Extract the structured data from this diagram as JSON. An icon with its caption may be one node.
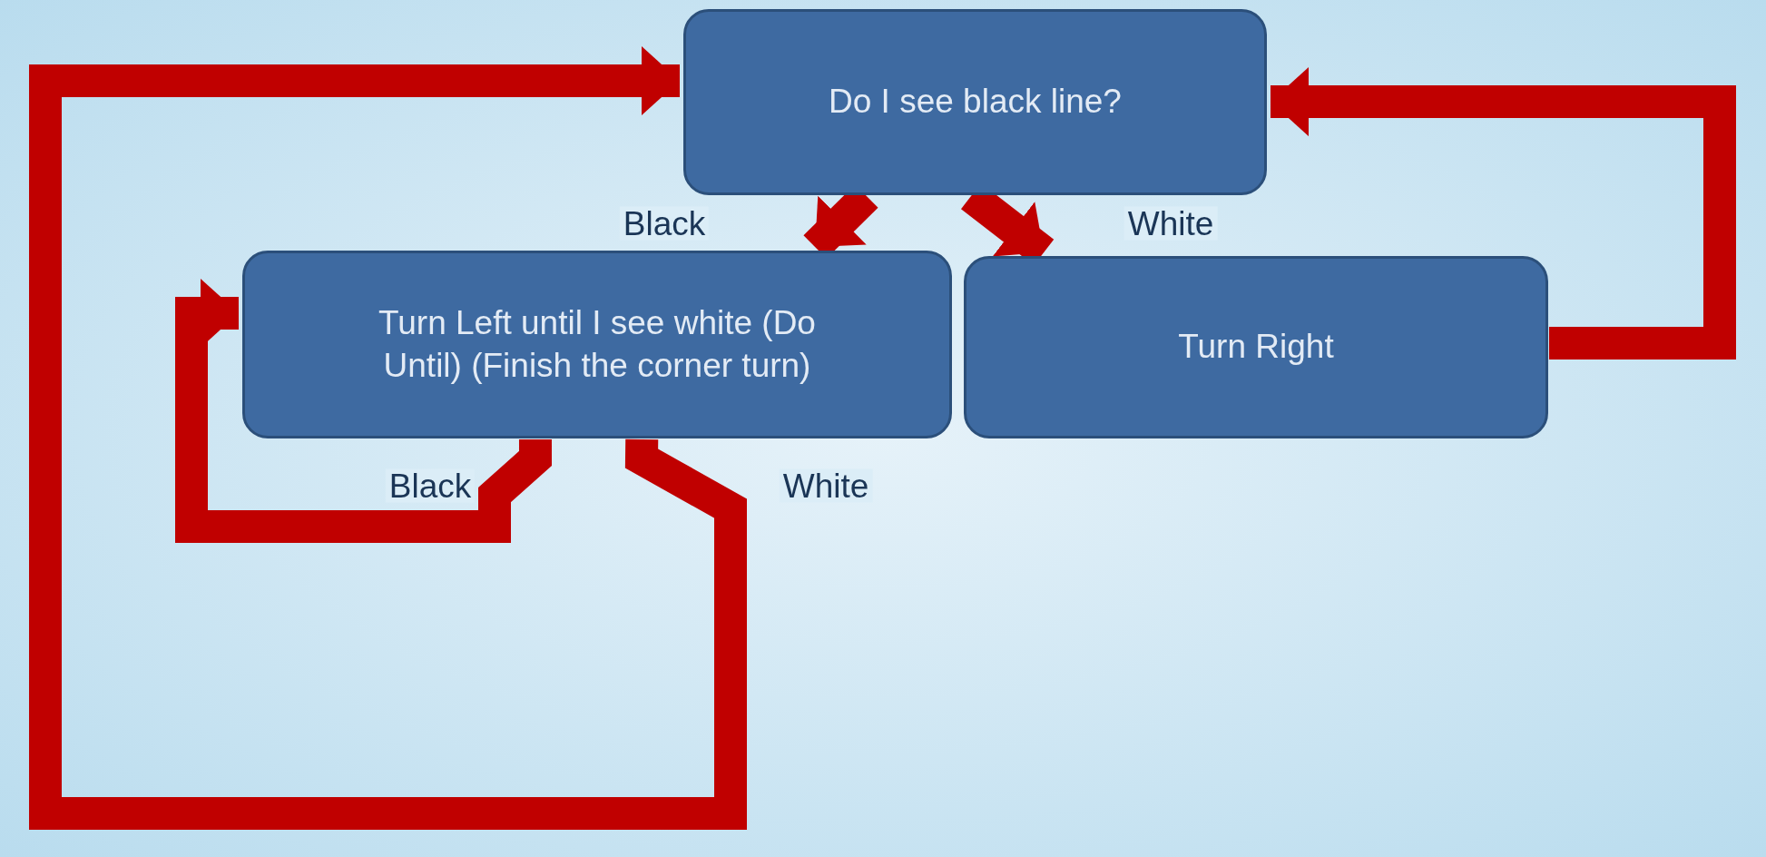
{
  "diagram": {
    "nodes": [
      {
        "text": [
          "Do I see black line?"
        ]
      },
      {
        "text": [
          "Turn Left until I see white (Do Until) (Finish the corner turn)"
        ]
      },
      {
        "text": [
          "Turn Right"
        ]
      }
    ],
    "edges": [
      {
        "from": 0,
        "to": 1,
        "arrow": "to",
        "label": "Black"
      },
      {
        "from": 0,
        "to": 2,
        "arrow": "to",
        "label": "White"
      },
      {
        "from": 1,
        "to": 1,
        "arrow": "to",
        "label": "Black"
      },
      {
        "from": 1,
        "to": 0,
        "arrow": "to",
        "label": "White"
      },
      {
        "from": 2,
        "to": 0,
        "arrow": "to"
      }
    ]
  }
}
